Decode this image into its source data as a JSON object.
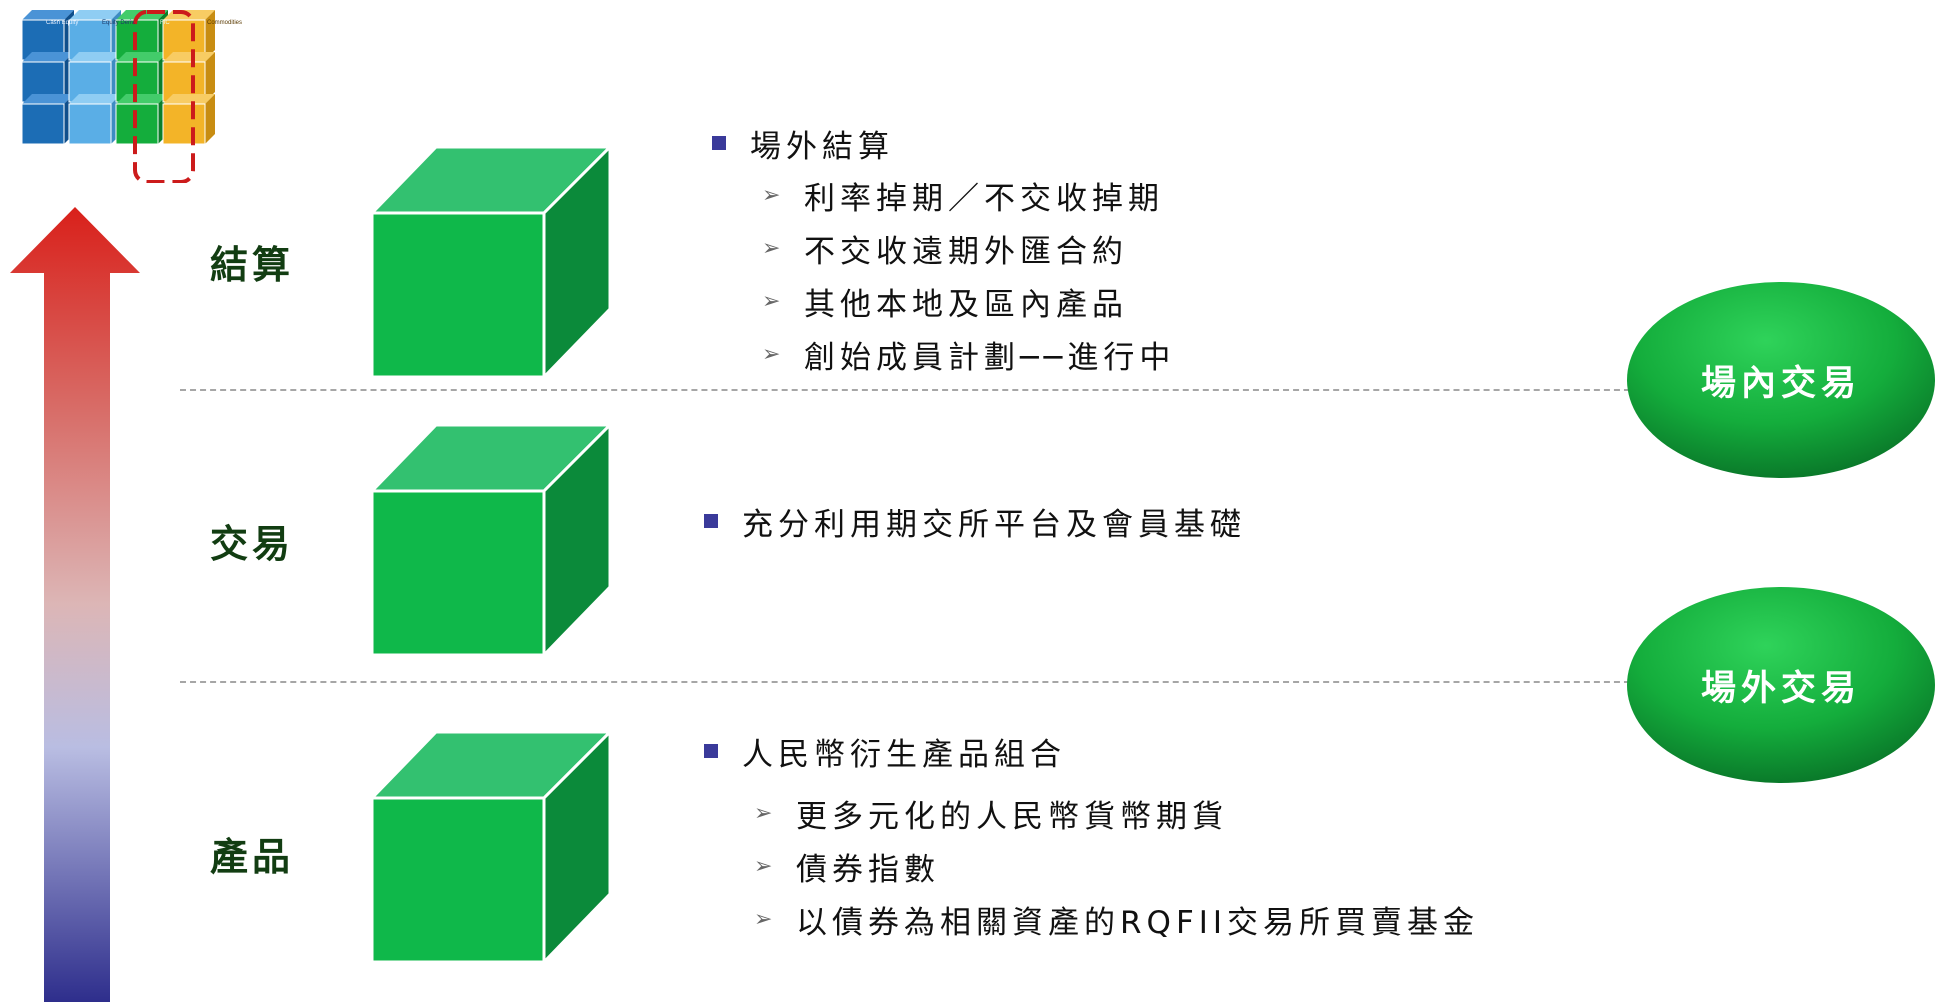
{
  "logo": {
    "columns": [
      "Cash Equity",
      "Equity Deriv.",
      "FIC",
      "Commodities"
    ]
  },
  "colors": {
    "green": "#1fbf4d",
    "bullet": "#3a3a9a",
    "arrow_top": "#d9201a",
    "arrow_bottom": "#2e2e8c",
    "label": "#123d12"
  },
  "layers": [
    {
      "label": "結算"
    },
    {
      "label": "交易"
    },
    {
      "label": "產品"
    }
  ],
  "clearing": {
    "heading": "場外結算",
    "items": [
      "利率掉期／不交收掉期",
      "不交收遠期外匯合約",
      "其他本地及區內產品",
      "創始成員計劃──進行中"
    ]
  },
  "trading": {
    "heading": "充分利用期交所平台及會員基礎"
  },
  "products": {
    "heading": "人民幣衍生產品組合",
    "items": [
      "更多元化的人民幣貨幣期貨",
      "債券指數",
      "以債券為相關資產的RQFII交易所買賣基金"
    ]
  },
  "ovals": {
    "exchange": "場內交易",
    "otc": "場外交易"
  }
}
